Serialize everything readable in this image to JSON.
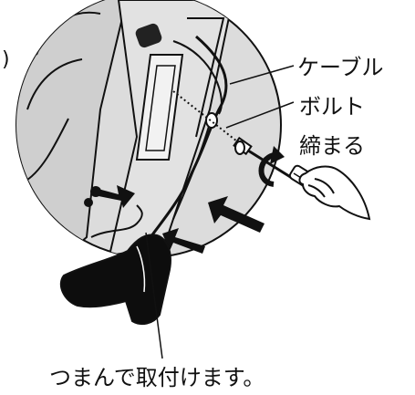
{
  "labels": {
    "edge_mark": ")",
    "cable": "ケーブル",
    "bolt": "ボルト",
    "tighten": "締まる",
    "caption": "つまんで取付けます。"
  },
  "colors": {
    "line": "#111111",
    "circle_fill": "#dcdcdc",
    "highlight": "#f2f2f2",
    "hand_dark": "#0d0d0d"
  }
}
